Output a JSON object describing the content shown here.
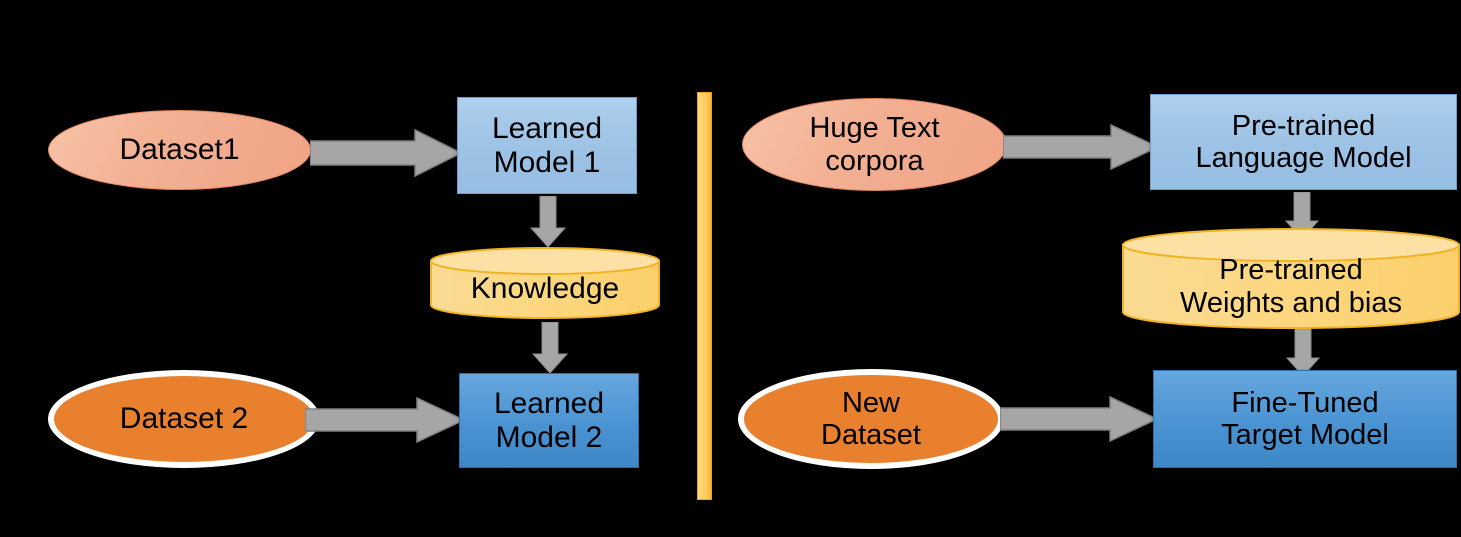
{
  "figure": {
    "background_color": "#000000",
    "divider": {
      "name": "vertical-yellow-divider",
      "color": "#FFCC66"
    }
  },
  "palette": {
    "peach": "#F3B093",
    "orange": "#E8802E",
    "light_blue": "#9CC2E5",
    "blue": "#4A93D2",
    "yellow": "#FCD77F",
    "yellow_border": "#F0B323",
    "arrow_gray": "#A6A6A6",
    "arrow_gray_border": "#7F7F7F",
    "white_outline": "#FFFFFF",
    "text": "#000000"
  },
  "left_panel": {
    "name": "transfer-learning-panel",
    "nodes": {
      "dataset1": {
        "label": "Dataset1",
        "shape": "ellipse",
        "fill": "#F3B093"
      },
      "learned_model_1": {
        "line1": "Learned",
        "line2": "Model 1",
        "shape": "rectangle",
        "fill": "#9CC2E5"
      },
      "knowledge": {
        "label": "Knowledge",
        "shape": "cylinder",
        "fill": "#FCD77F"
      },
      "dataset2": {
        "label": "Dataset 2",
        "shape": "ellipse",
        "fill": "#E8802E"
      },
      "learned_model_2": {
        "line1": "Learned",
        "line2": "Model 2",
        "shape": "rectangle",
        "fill": "#4A93D2"
      }
    },
    "edges": [
      {
        "name": "dataset1-to-learned-model-1",
        "from": "dataset1",
        "to": "learned_model_1",
        "direction": "right"
      },
      {
        "name": "learned-model-1-to-knowledge",
        "from": "learned_model_1",
        "to": "knowledge",
        "direction": "down"
      },
      {
        "name": "knowledge-to-learned-model-2",
        "from": "knowledge",
        "to": "learned_model_2",
        "direction": "down"
      },
      {
        "name": "dataset2-to-learned-model-2",
        "from": "dataset2",
        "to": "learned_model_2",
        "direction": "right"
      }
    ]
  },
  "right_panel": {
    "name": "pretraining-finetuning-panel",
    "nodes": {
      "huge_text_corpora": {
        "line1": "Huge Text",
        "line2": "corpora",
        "shape": "ellipse",
        "fill": "#F3B093"
      },
      "pretrained_language_model": {
        "line1": "Pre-trained",
        "line2": "Language Model",
        "shape": "rectangle",
        "fill": "#9CC2E5"
      },
      "pretrained_weights": {
        "line1": "Pre-trained",
        "line2": "Weights and bias",
        "shape": "cylinder",
        "fill": "#FCD77F"
      },
      "new_dataset": {
        "line1": "New",
        "line2": "Dataset",
        "shape": "ellipse",
        "fill": "#E8802E"
      },
      "finetuned_target_model": {
        "line1": "Fine-Tuned",
        "line2": "Target Model",
        "shape": "rectangle",
        "fill": "#4A93D2"
      }
    },
    "edges": [
      {
        "name": "huge-text-corpora-to-pretrained-language-model",
        "from": "huge_text_corpora",
        "to": "pretrained_language_model",
        "direction": "right"
      },
      {
        "name": "pretrained-language-model-to-weights",
        "from": "pretrained_language_model",
        "to": "pretrained_weights",
        "direction": "down"
      },
      {
        "name": "weights-to-finetuned-target-model",
        "from": "pretrained_weights",
        "to": "finetuned_target_model",
        "direction": "down"
      },
      {
        "name": "new-dataset-to-finetuned-target-model",
        "from": "new_dataset",
        "to": "finetuned_target_model",
        "direction": "right"
      }
    ]
  }
}
